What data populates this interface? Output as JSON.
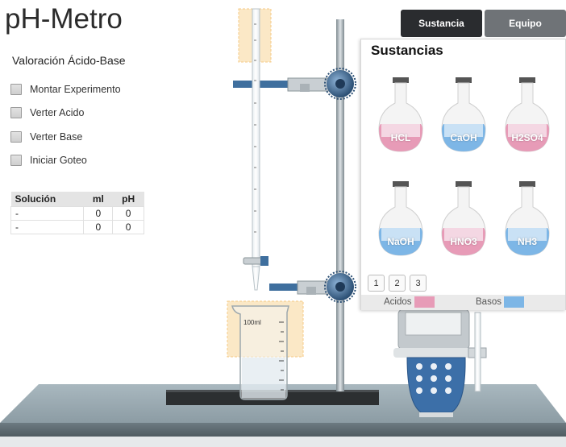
{
  "app": {
    "title": "pH-Metro"
  },
  "experiment": {
    "subtitle": "Valoración Ácido-Base",
    "steps": [
      {
        "label": "Montar Experimento"
      },
      {
        "label": "Verter Acido"
      },
      {
        "label": "Verter Base"
      },
      {
        "label": "Iniciar Goteo"
      }
    ]
  },
  "table": {
    "headers": [
      "Solución",
      "ml",
      "pH"
    ],
    "rows": [
      [
        "-",
        "0",
        "0"
      ],
      [
        "-",
        "0",
        "0"
      ]
    ]
  },
  "tabs": [
    {
      "label": "Sustancia",
      "active": true
    },
    {
      "label": "Equipo",
      "active": false
    }
  ],
  "panel": {
    "title": "Sustancias",
    "substances": [
      {
        "label": "HCL",
        "kind": "acid"
      },
      {
        "label": "CaOH",
        "kind": "base"
      },
      {
        "label": "H2SO4",
        "kind": "acid"
      },
      {
        "label": "NaOH",
        "kind": "base"
      },
      {
        "label": "HNO3",
        "kind": "acid"
      },
      {
        "label": "NH3",
        "kind": "base"
      }
    ],
    "pages": [
      "1",
      "2",
      "3"
    ],
    "legend": {
      "acid": "Acidos",
      "base": "Basos"
    }
  },
  "colors": {
    "acid": "#e79bb7",
    "base": "#7db6e6",
    "tab_active": "#2a2c2f",
    "tab_inactive": "#6f7377"
  },
  "beaker": {
    "label": "100ml"
  }
}
